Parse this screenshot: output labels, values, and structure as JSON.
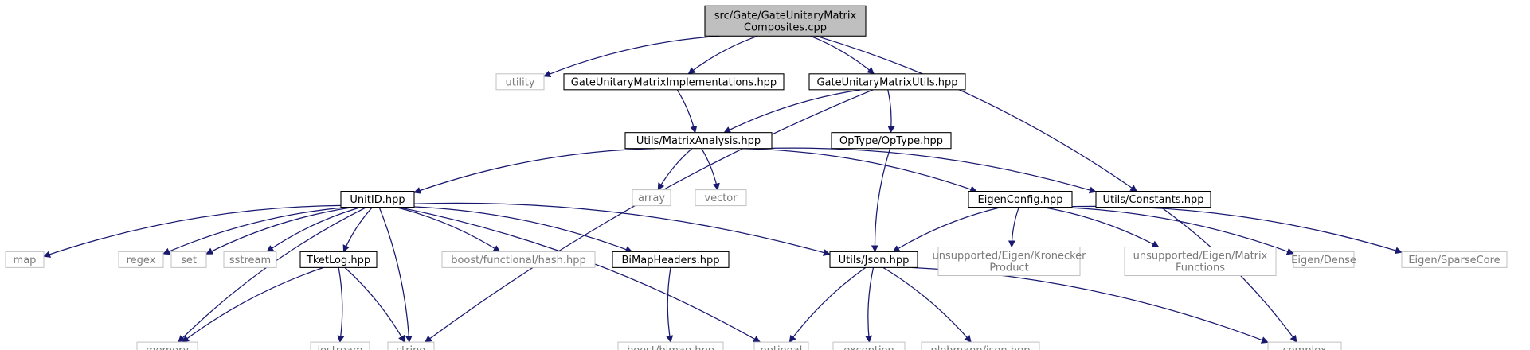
{
  "colors": {
    "edge": "#191970",
    "root_fill": "#bfbfbf",
    "node_border": "#000000",
    "external_border": "#c0c0c0",
    "external_text": "#7a7a7a"
  },
  "nodes": {
    "root": {
      "lines": [
        "src/Gate/GateUnitaryMatrix",
        "Composites.cpp"
      ],
      "kind": "root"
    },
    "utility": {
      "lines": [
        "utility"
      ],
      "kind": "external"
    },
    "impl": {
      "lines": [
        "GateUnitaryMatrixImplementations.hpp"
      ],
      "kind": "internal"
    },
    "utils": {
      "lines": [
        "GateUnitaryMatrixUtils.hpp"
      ],
      "kind": "internal"
    },
    "matrix": {
      "lines": [
        "Utils/MatrixAnalysis.hpp"
      ],
      "kind": "internal"
    },
    "optype": {
      "lines": [
        "OpType/OpType.hpp"
      ],
      "kind": "internal"
    },
    "array": {
      "lines": [
        "array"
      ],
      "kind": "external"
    },
    "vector": {
      "lines": [
        "vector"
      ],
      "kind": "external"
    },
    "unitid": {
      "lines": [
        "UnitID.hpp"
      ],
      "kind": "internal"
    },
    "eigencfg": {
      "lines": [
        "EigenConfig.hpp"
      ],
      "kind": "internal"
    },
    "constants": {
      "lines": [
        "Utils/Constants.hpp"
      ],
      "kind": "internal"
    },
    "map": {
      "lines": [
        "map"
      ],
      "kind": "external"
    },
    "regex": {
      "lines": [
        "regex"
      ],
      "kind": "external"
    },
    "set": {
      "lines": [
        "set"
      ],
      "kind": "external"
    },
    "sstream": {
      "lines": [
        "sstream"
      ],
      "kind": "external"
    },
    "tketlog": {
      "lines": [
        "TketLog.hpp"
      ],
      "kind": "internal"
    },
    "hash": {
      "lines": [
        "boost/functional/hash.hpp"
      ],
      "kind": "external"
    },
    "bimaph": {
      "lines": [
        "BiMapHeaders.hpp"
      ],
      "kind": "internal"
    },
    "json": {
      "lines": [
        "Utils/Json.hpp"
      ],
      "kind": "internal"
    },
    "kron": {
      "lines": [
        "unsupported/Eigen/Kronecker",
        "Product"
      ],
      "kind": "external"
    },
    "mfun": {
      "lines": [
        "unsupported/Eigen/Matrix",
        "Functions"
      ],
      "kind": "external"
    },
    "dense": {
      "lines": [
        "Eigen/Dense"
      ],
      "kind": "external"
    },
    "sparse": {
      "lines": [
        "Eigen/SparseCore"
      ],
      "kind": "external"
    },
    "memory": {
      "lines": [
        "memory"
      ],
      "kind": "external"
    },
    "iostream": {
      "lines": [
        "iostream"
      ],
      "kind": "external"
    },
    "string": {
      "lines": [
        "string"
      ],
      "kind": "external"
    },
    "bimap": {
      "lines": [
        "boost/bimap.hpp"
      ],
      "kind": "external"
    },
    "optional": {
      "lines": [
        "optional"
      ],
      "kind": "external"
    },
    "exception": {
      "lines": [
        "exception"
      ],
      "kind": "external"
    },
    "nljson": {
      "lines": [
        "nlohmann/json.hpp"
      ],
      "kind": "external"
    },
    "complex": {
      "lines": [
        "complex"
      ],
      "kind": "external"
    }
  },
  "edges": [
    [
      "root",
      "utility"
    ],
    [
      "root",
      "impl"
    ],
    [
      "root",
      "utils"
    ],
    [
      "root",
      "constants"
    ],
    [
      "impl",
      "matrix"
    ],
    [
      "utils",
      "matrix"
    ],
    [
      "utils",
      "optype"
    ],
    [
      "utils",
      "string"
    ],
    [
      "matrix",
      "unitid"
    ],
    [
      "matrix",
      "array"
    ],
    [
      "matrix",
      "vector"
    ],
    [
      "matrix",
      "eigencfg"
    ],
    [
      "matrix",
      "constants"
    ],
    [
      "optype",
      "json"
    ],
    [
      "unitid",
      "map"
    ],
    [
      "unitid",
      "memory"
    ],
    [
      "unitid",
      "regex"
    ],
    [
      "unitid",
      "set"
    ],
    [
      "unitid",
      "sstream"
    ],
    [
      "unitid",
      "tketlog"
    ],
    [
      "unitid",
      "string"
    ],
    [
      "unitid",
      "hash"
    ],
    [
      "unitid",
      "bimaph"
    ],
    [
      "unitid",
      "json"
    ],
    [
      "unitid",
      "optional"
    ],
    [
      "eigencfg",
      "json"
    ],
    [
      "eigencfg",
      "kron"
    ],
    [
      "eigencfg",
      "mfun"
    ],
    [
      "eigencfg",
      "dense"
    ],
    [
      "eigencfg",
      "sparse"
    ],
    [
      "constants",
      "complex"
    ],
    [
      "tketlog",
      "memory"
    ],
    [
      "tketlog",
      "iostream"
    ],
    [
      "tketlog",
      "string"
    ],
    [
      "bimaph",
      "bimap"
    ],
    [
      "json",
      "optional"
    ],
    [
      "json",
      "exception"
    ],
    [
      "json",
      "nljson"
    ],
    [
      "json",
      "complex"
    ]
  ]
}
